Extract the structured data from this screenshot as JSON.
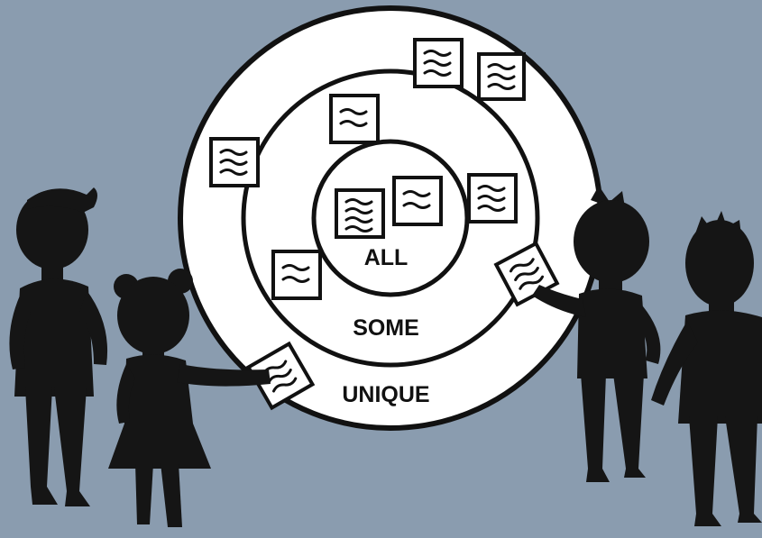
{
  "colors": {
    "background": "#8a9caf",
    "rings_fill": "#ffffff",
    "outline": "#111111",
    "silhouette": "#151515"
  },
  "diagram": {
    "inner_label": "ALL",
    "middle_label": "SOME",
    "outer_label": "UNIQUE"
  }
}
